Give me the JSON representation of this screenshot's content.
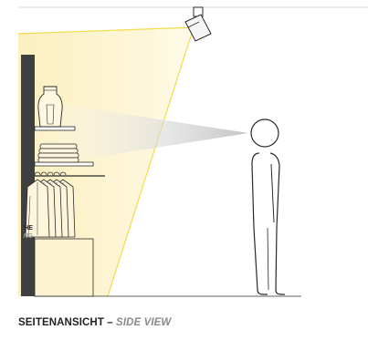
{
  "diagram": {
    "cut_label": {
      "primary": "HE",
      "secondary": "NG"
    },
    "caption": {
      "primary": "SEITENANSICHT",
      "separator": " – ",
      "secondary": "SIDE VIEW"
    }
  },
  "colors": {
    "light_cone": "#fbf1c4",
    "light_cone_edge": "#f2dc4a",
    "gaze_beam": "#cfcfcf",
    "wall": "#3f3f3f",
    "outline": "#2a2a2a",
    "caption_primary": "#222222",
    "caption_secondary": "#8a8a8a"
  },
  "icons": {
    "luminaire": "spotlight-icon",
    "person": "person-outline-icon",
    "vase": "vase-icon",
    "folded_clothes": "folded-clothes-icon",
    "hanging_shirts": "hanging-shirts-icon"
  }
}
